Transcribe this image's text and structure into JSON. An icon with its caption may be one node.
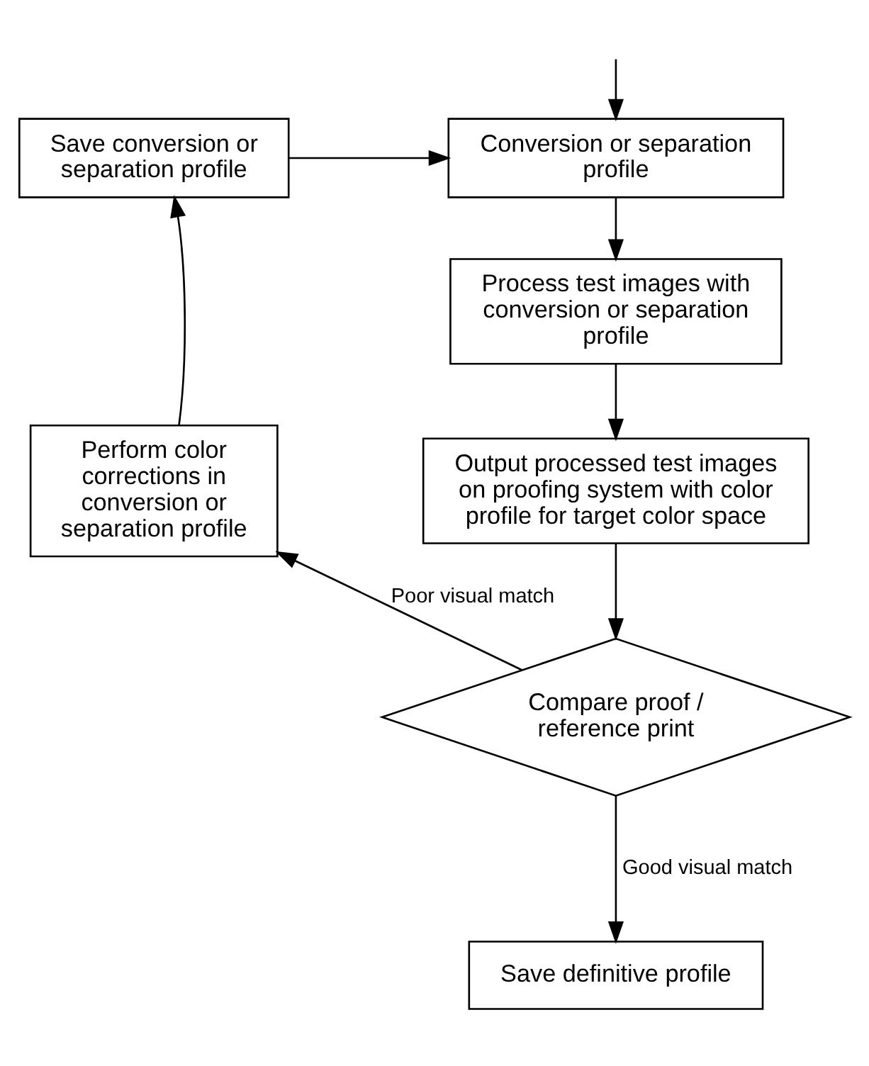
{
  "diagram": {
    "nodes": [
      {
        "text": [
          "Conversion or separation profile"
        ]
      },
      {
        "text": [
          "Process test images with conversion or separation profile"
        ]
      },
      {
        "text": [
          "Output processed test images on proofing system with color profile for target color space"
        ]
      },
      {
        "text": [
          "Compare proof / reference print"
        ]
      },
      {
        "text": [
          "Save definitive profile"
        ]
      },
      {
        "text": [
          "Perform color corrections in conversion or separation profile"
        ]
      },
      {
        "text": [
          "Save conversion or separation profile"
        ]
      }
    ],
    "edges": [
      {
        "from": null,
        "to": 0,
        "arrow": "to"
      },
      {
        "from": 0,
        "to": 1,
        "arrow": "to"
      },
      {
        "from": 1,
        "to": 2,
        "arrow": "to"
      },
      {
        "from": 2,
        "to": 3,
        "arrow": "to"
      },
      {
        "from": 3,
        "to": 4,
        "arrow": "to",
        "label": "Good visual match"
      },
      {
        "from": 3,
        "to": 5,
        "arrow": "to",
        "label": "Poor visual match"
      },
      {
        "from": 5,
        "to": 6,
        "arrow": "to"
      },
      {
        "from": 6,
        "to": 0,
        "arrow": "to"
      }
    ]
  }
}
